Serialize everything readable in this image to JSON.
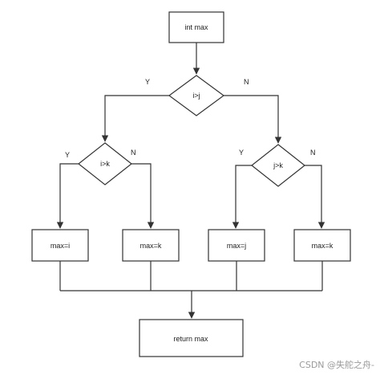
{
  "nodes": {
    "start": "int max",
    "cond_ij": "i>j",
    "cond_ik": "i>k",
    "cond_jk": "j>k",
    "assign_i": "max=i",
    "assign_k_left": "max=k",
    "assign_j": "max=j",
    "assign_k_right": "max=k",
    "end": "return max"
  },
  "branches": {
    "yes": "Y",
    "no": "N"
  },
  "watermark": "CSDN @失舵之舟-"
}
